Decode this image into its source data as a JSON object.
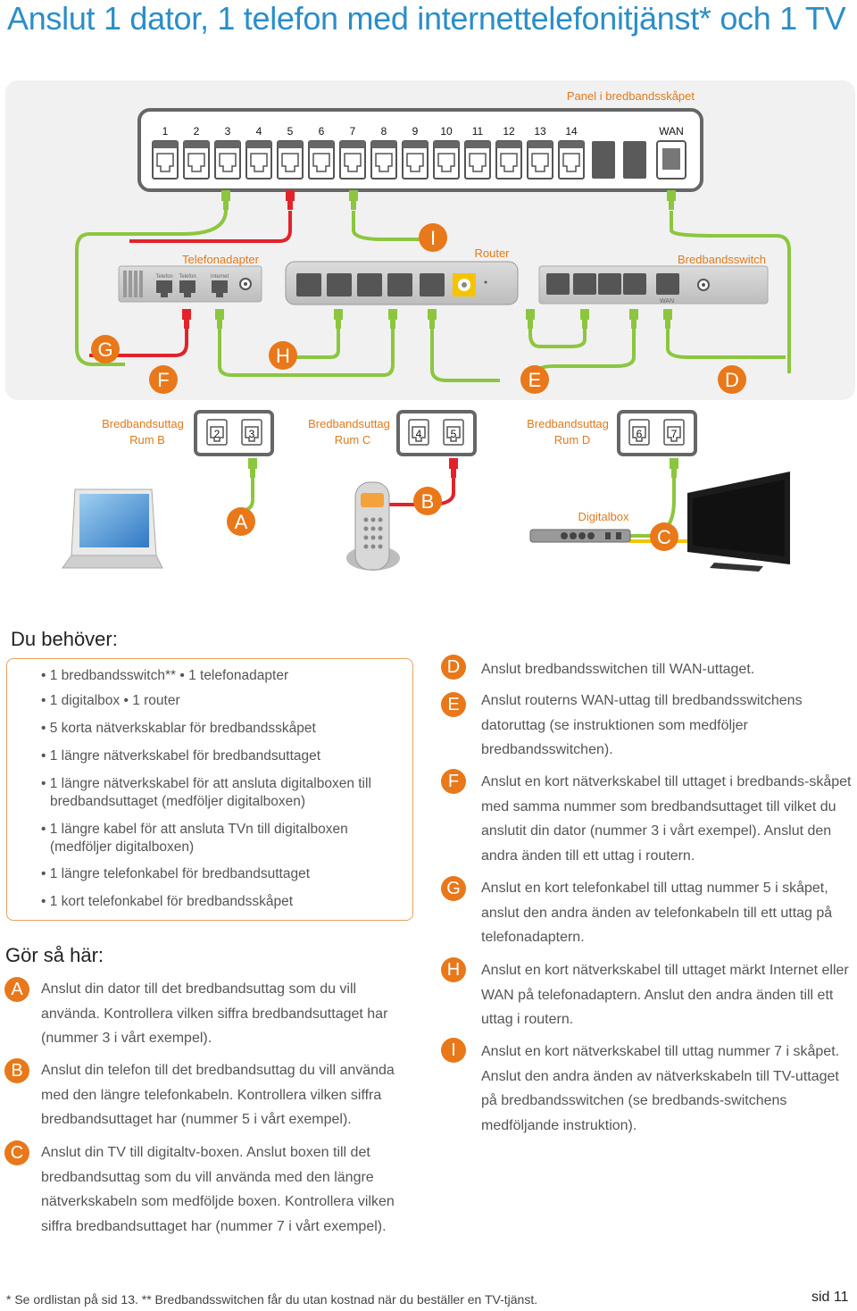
{
  "title": "Anslut 1 dator, 1 telefon med internettelefonitjänst* och 1 TV",
  "diagram": {
    "panel_label": "Panel i bredbandsskåpet",
    "panel_ports": [
      "1",
      "2",
      "3",
      "4",
      "5",
      "6",
      "7",
      "8",
      "9",
      "10",
      "11",
      "12",
      "13",
      "14"
    ],
    "wan_label": "WAN",
    "telefonadapter_label": "Telefonadapter",
    "adapter_port_labels": [
      "Telefon",
      "Telefon",
      "Internet"
    ],
    "router_label": "Router",
    "switch_label": "Bredbandsswitch",
    "switch_wan_label": "WAN",
    "outlets": [
      {
        "line1": "Bredbandsuttag",
        "line2": "Rum B",
        "ports": [
          "2",
          "3"
        ]
      },
      {
        "line1": "Bredbandsuttag",
        "line2": "Rum C",
        "ports": [
          "4",
          "5"
        ]
      },
      {
        "line1": "Bredbandsuttag",
        "line2": "Rum D",
        "ports": [
          "6",
          "7"
        ]
      }
    ],
    "digitalbox_label": "Digitalbox",
    "letters": {
      "A": "A",
      "B": "B",
      "C": "C",
      "D": "D",
      "E": "E",
      "F": "F",
      "G": "G",
      "H": "H",
      "I": "I"
    },
    "colors": {
      "accent": "#e8781a",
      "title_blue": "#2a8ec8",
      "cable_green": "#8cc63f",
      "cable_red": "#e2232a",
      "cable_yellow": "#f5c400",
      "panel_bg": "#f1f1f1"
    },
    "icons": [
      "laptop-icon",
      "cordless-phone-icon",
      "digitalbox-icon",
      "tv-icon"
    ]
  },
  "needs": {
    "heading": "Du behöver:",
    "items": [
      "1 bredbandsswitch** • 1 telefonadapter",
      "1 digitalbox • 1 router",
      "5 korta nätverkskablar för bredbandsskåpet",
      "1 längre nätverkskabel för bredbandsuttaget",
      "1 längre nätverkskabel för att ansluta digitalboxen till bredbandsuttaget (medföljer digitalboxen)",
      "1 längre kabel för att ansluta TVn till digitalboxen (medföljer digitalboxen)",
      "1 längre telefonkabel för bredbandsuttaget",
      "1 kort telefonkabel för bredbandsskåpet"
    ]
  },
  "howto": {
    "heading": "Gör så här:",
    "steps_left": [
      {
        "letter": "A",
        "text": "Anslut din dator till det bredbandsuttag som du vill använda. Kontrollera vilken siffra bredbandsuttaget har (nummer 3 i vårt exempel)."
      },
      {
        "letter": "B",
        "text": "Anslut din telefon till det bredbandsuttag du vill använda med den längre telefonkabeln. Kontrollera vilken siffra bredbandsuttaget har (nummer 5 i vårt exempel)."
      },
      {
        "letter": "C",
        "text": "Anslut din TV till digitaltv-boxen. Anslut boxen till det bredbandsuttag som du vill använda med den längre nätverkskabeln som medföljde boxen. Kontrollera vilken siffra bredbandsuttaget har (nummer 7 i vårt exempel)."
      }
    ],
    "steps_right": [
      {
        "letter": "D",
        "text": "Anslut bredbandsswitchen till WAN-uttaget."
      },
      {
        "letter": "E",
        "text": "Anslut routerns WAN-uttag till bredbandsswitchens datoruttag  (se instruktionen som medföljer bredbandsswitchen)."
      },
      {
        "letter": "F",
        "text": "Anslut en kort nätverkskabel till uttaget i bredbands-skåpet med samma nummer som bredbandsuttaget till vilket du anslutit din dator (nummer 3 i vårt exempel). Anslut den andra änden till ett uttag i routern."
      },
      {
        "letter": "G",
        "text": "Anslut en kort telefonkabel till uttag nummer 5 i skåpet, anslut den andra änden av telefonkabeln till ett uttag på telefonadaptern."
      },
      {
        "letter": "H",
        "text": "Anslut en kort nätverkskabel till uttaget märkt Internet eller WAN på telefonadaptern. Anslut den andra änden till ett uttag i routern."
      },
      {
        "letter": "I",
        "text": "Anslut en kort nätverkskabel till uttag nummer 7 i skåpet. Anslut den andra änden av nätverkskabeln till TV-uttaget på bredbandsswitchen (se bredbands-switchens medföljande instruktion)."
      }
    ]
  },
  "footnote": "* Se ordlistan på sid 13. ** Bredbandsswitchen får du utan kostnad när du beställer en TV-tjänst.",
  "page_number": "sid 11"
}
